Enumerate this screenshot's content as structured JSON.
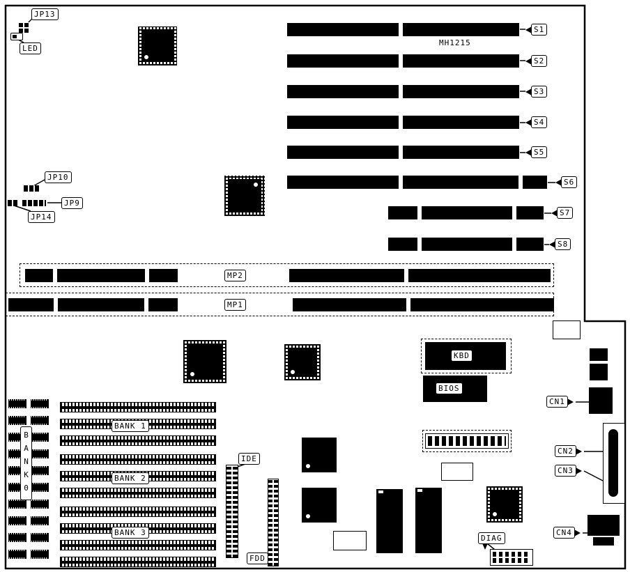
{
  "board": {
    "model": "MH1215"
  },
  "labels": {
    "jp13": "JP13",
    "led": "LED",
    "jp10": "JP10",
    "jp9": "JP9",
    "jp14": "JP14",
    "mp1": "MP1",
    "mp2": "MP2",
    "kbd": "KBD",
    "bios": "BIOS",
    "ide": "IDE",
    "fdd": "FDD",
    "diag": "DIAG",
    "bank0": "BANK0",
    "bank1": "BANK 1",
    "bank2": "BANK 2",
    "bank3": "BANK 3"
  },
  "slots": [
    "S1",
    "S2",
    "S3",
    "S4",
    "S5",
    "S6",
    "S7",
    "S8"
  ],
  "connectors": [
    "CN1",
    "CN2",
    "CN3",
    "CN4"
  ],
  "colors": {
    "component": "#000000",
    "board_background": "#ffffff",
    "line": "#000000"
  }
}
